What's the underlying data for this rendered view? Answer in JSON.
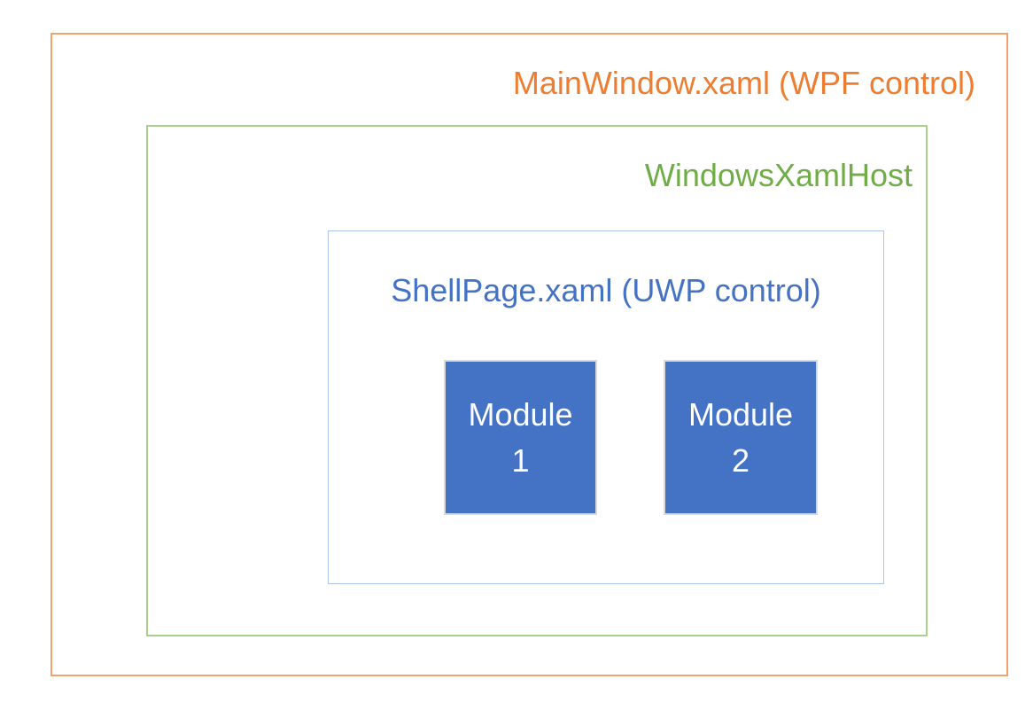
{
  "diagram": {
    "main_window": {
      "label": "MainWindow.xaml (WPF control)",
      "text_color": "#ED7D31",
      "border_color": "#F1A26F"
    },
    "xaml_host": {
      "label": "WindowsXamlHost",
      "text_color": "#70AD47",
      "border_color": "#A9D18E"
    },
    "shell_page": {
      "label": "ShellPage.xaml (UWP control)",
      "text_color": "#4472C4",
      "border_color": "#ACC5E8"
    },
    "modules": [
      {
        "line1": "Module",
        "line2": "1",
        "fill_color": "#4472C4",
        "text_color": "#FFFFFF",
        "border_color": "#D9D9D9"
      },
      {
        "line1": "Module",
        "line2": "2",
        "fill_color": "#4472C4",
        "text_color": "#FFFFFF",
        "border_color": "#D9D9D9"
      }
    ]
  }
}
